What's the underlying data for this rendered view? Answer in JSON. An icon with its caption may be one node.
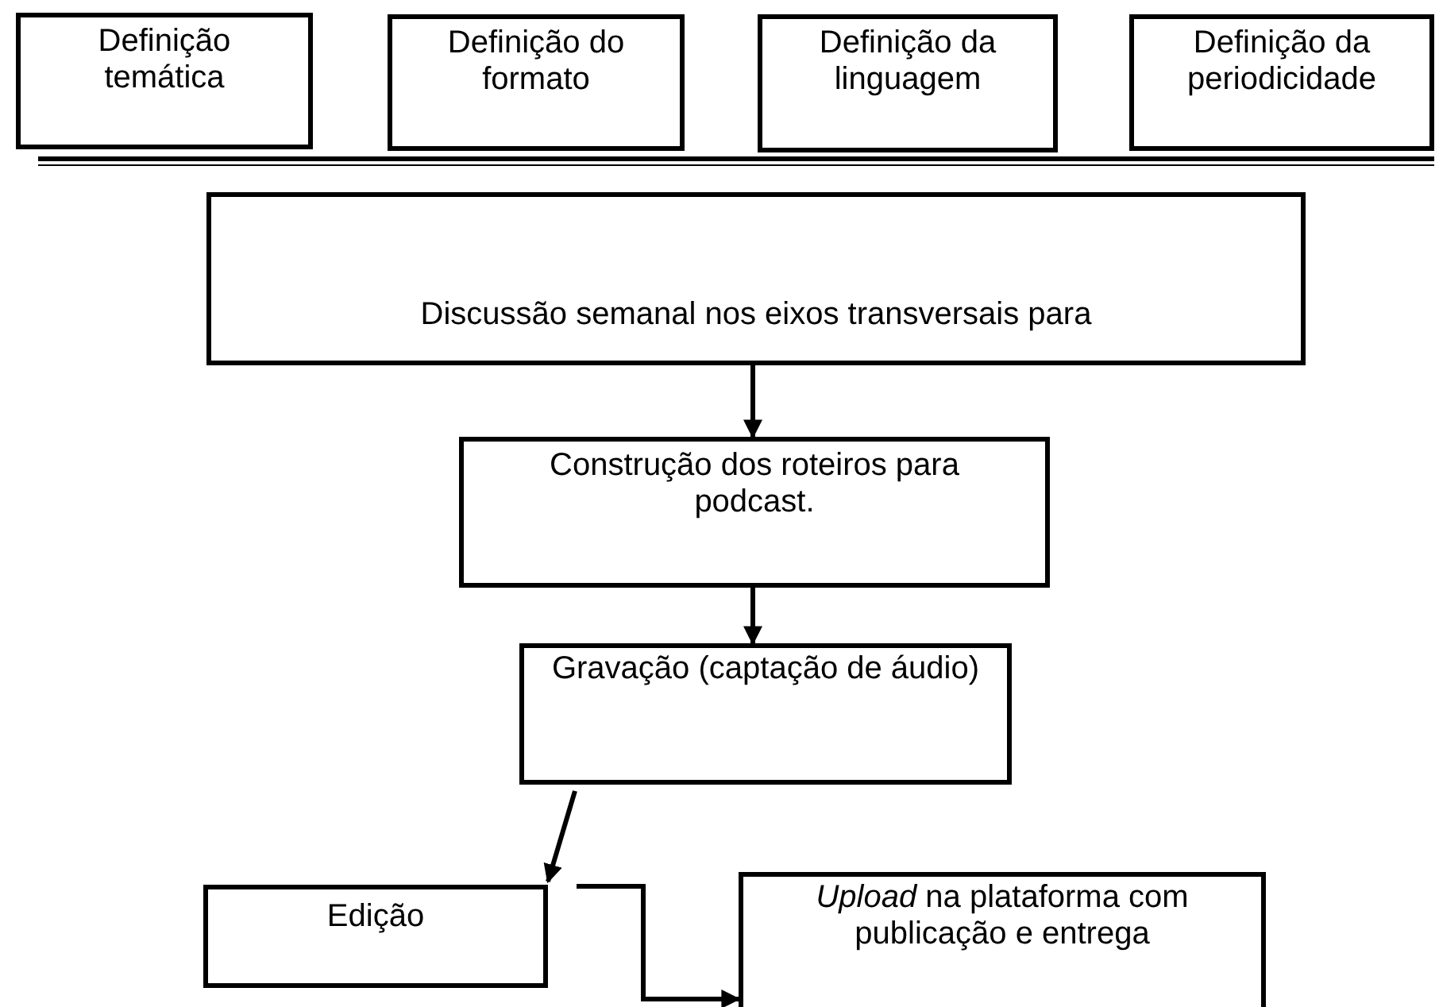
{
  "diagram": {
    "nodes": [
      {
        "text": [
          "Definição temática"
        ]
      },
      {
        "text": [
          "Definição do formato"
        ]
      },
      {
        "text": [
          "Definição da linguagem"
        ]
      },
      {
        "text": [
          "Definição da periodicidade"
        ]
      },
      {
        "text": [
          "Discussão semanal nos eixos transversais para"
        ]
      },
      {
        "text": [
          "Construção dos roteiros para podcast."
        ]
      },
      {
        "text": [
          "Gravação (captação de áudio)"
        ]
      },
      {
        "text": [
          "Edição"
        ]
      },
      {
        "text": [
          "*Upload* na plataforma com publicação e entrega"
        ]
      }
    ],
    "edges": [
      {
        "from": 4,
        "to": 5,
        "arrow": "to"
      },
      {
        "from": 5,
        "to": 6,
        "arrow": "to"
      },
      {
        "from": 6,
        "to": 7,
        "arrow": "to"
      },
      {
        "from": 7,
        "to": 8,
        "arrow": "to"
      }
    ]
  }
}
